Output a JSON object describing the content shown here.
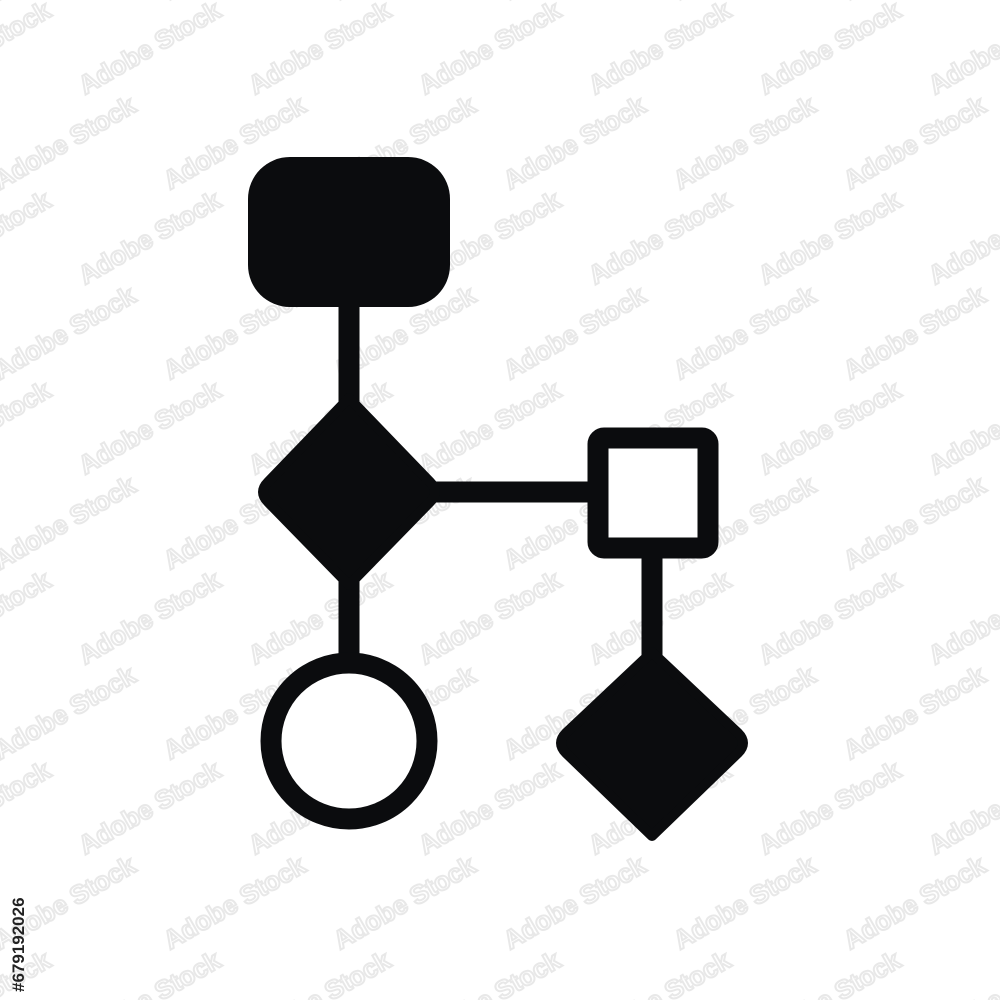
{
  "diagram": {
    "nodes": [
      {
        "id": "start",
        "shape": "rounded-rectangle",
        "fill": "solid"
      },
      {
        "id": "decision-1",
        "shape": "diamond",
        "fill": "solid"
      },
      {
        "id": "process",
        "shape": "square",
        "fill": "outline"
      },
      {
        "id": "end",
        "shape": "circle",
        "fill": "outline"
      },
      {
        "id": "decision-2",
        "shape": "diamond",
        "fill": "solid"
      }
    ],
    "edges": [
      {
        "from": "start",
        "to": "decision-1"
      },
      {
        "from": "decision-1",
        "to": "process"
      },
      {
        "from": "decision-1",
        "to": "end"
      },
      {
        "from": "process",
        "to": "decision-2"
      }
    ],
    "colors": {
      "ink": "#0b0c0e",
      "background": "#ffffff",
      "watermark": "#e8e8e8"
    }
  },
  "watermark": {
    "text": "Adobe Stock"
  },
  "stock_id": {
    "text": "#679192026"
  }
}
